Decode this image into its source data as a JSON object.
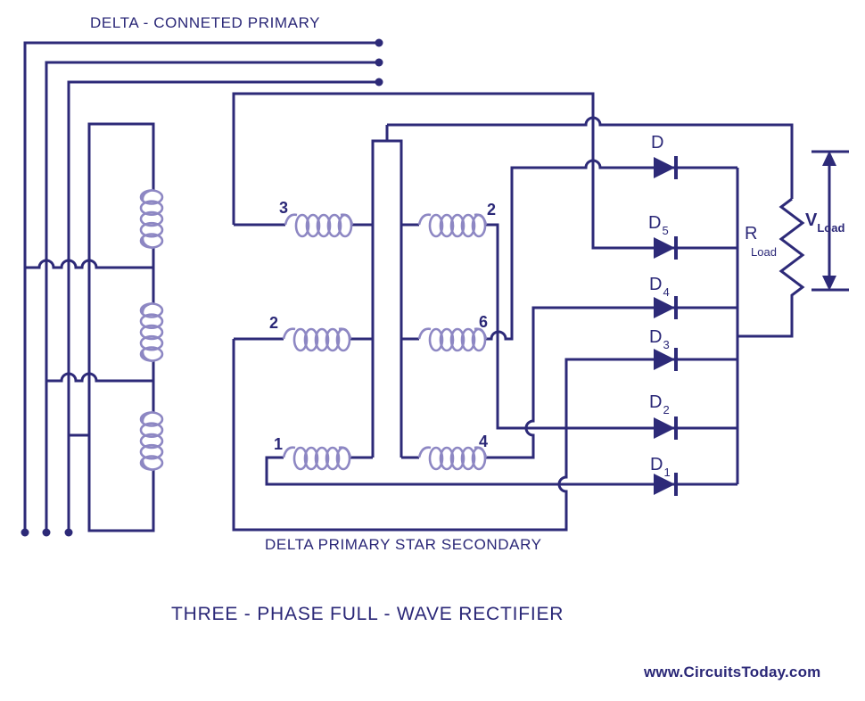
{
  "colors": {
    "line": "#2d2a78",
    "coil": "#8d87c3",
    "text": "#2a2777",
    "bg": "#ffffff"
  },
  "labels": {
    "primary_caption": "DELTA - CONNETED PRIMARY",
    "secondary_caption": "DELTA PRIMARY STAR SECONDARY",
    "main_title": "THREE - PHASE FULL - WAVE RECTIFIER",
    "watermark": "www.CircuitsToday.com"
  },
  "windings": {
    "top_left": "3",
    "top_right": "2",
    "mid_left": "2",
    "mid_right": "6",
    "bottom_left": "1",
    "bottom_right": "4"
  },
  "diodes": [
    {
      "base": "D",
      "sub": ""
    },
    {
      "base": "D",
      "sub": "5"
    },
    {
      "base": "D",
      "sub": "4"
    },
    {
      "base": "D",
      "sub": "3"
    },
    {
      "base": "D",
      "sub": "2"
    },
    {
      "base": "D",
      "sub": "1"
    }
  ],
  "load": {
    "r_base": "R",
    "r_sub": "Load",
    "v_base": "V",
    "v_sub": "Load"
  }
}
